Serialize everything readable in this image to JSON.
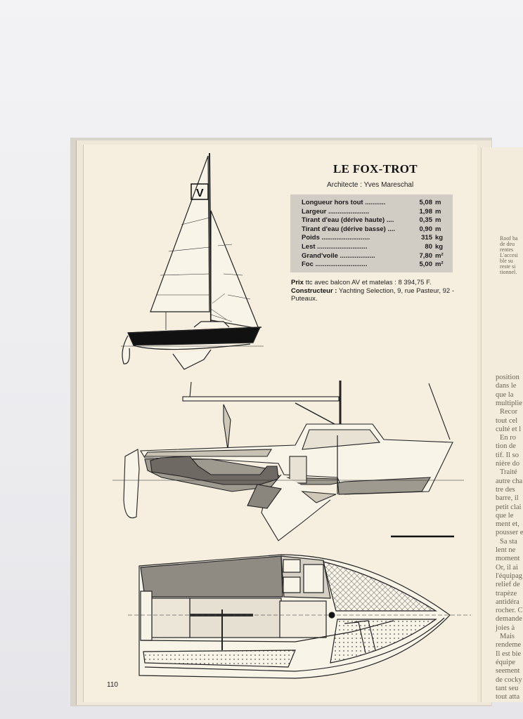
{
  "title": "LE FOX-TROT",
  "architect": "Architecte : Yves Mareschal",
  "specs": [
    {
      "label": "Longueur hors tout ...........",
      "value": "5,08",
      "unit": "m"
    },
    {
      "label": "Largeur ......................",
      "value": "1,98",
      "unit": "m"
    },
    {
      "label": "Tirant d'eau (dérive haute) ....",
      "value": "0,35",
      "unit": "m"
    },
    {
      "label": "Tirant d'eau (dérive basse) ....",
      "value": "0,90",
      "unit": "m"
    },
    {
      "label": "Poids ..........................",
      "value": "315",
      "unit": "kg"
    },
    {
      "label": "Lest ...........................",
      "value": "80",
      "unit": "kg"
    },
    {
      "label": "Grand'voile ...................",
      "value": "7,80",
      "unit": "m²"
    },
    {
      "label": "Foc ............................",
      "value": "5,00",
      "unit": "m²"
    }
  ],
  "price": {
    "label": "Prix",
    "text": "ttc avec balcon AV et matelas : 8 394,75 F."
  },
  "builder": {
    "label": "Constructeur :",
    "text": "Yachting Selection, 9, rue Pasteur, 92 - Puteaux."
  },
  "page_number": "110",
  "sail_logo": "V",
  "next_page": {
    "sidebar_lines": [
      "Roof ha",
      "de deu",
      "rentes",
      "L'accesi",
      "ble su",
      "reste si",
      "tionnel."
    ],
    "body_lines": [
      "position",
      "dans le",
      "que la",
      "multiplie",
      "Recor",
      "tout cel",
      "culté et l",
      "En ro",
      "tion de",
      "tif. Il so",
      "nière do",
      "Traité",
      "autre cha",
      "tre des",
      "barre, il",
      "petit clai",
      "que le",
      "ment et,",
      "pousser e",
      "Sa sta",
      "lent ne",
      "moment",
      "Or, il ai",
      "l'équipag",
      "relief de",
      "trapèze",
      "antidéra",
      "rocher. C",
      "demande",
      "joies à",
      "Mais",
      "rendeme",
      "Il est bie",
      "équipe",
      "seement",
      "de cocky",
      "tant seu",
      "tout atta"
    ]
  }
}
